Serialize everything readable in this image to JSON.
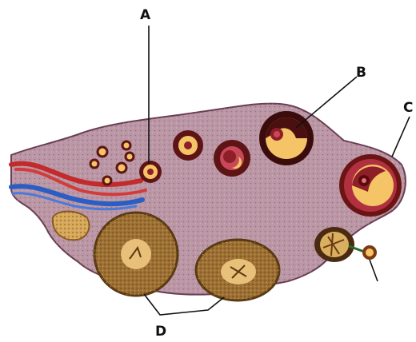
{
  "labels": {
    "a": "A",
    "b": "B",
    "c": "C",
    "d": "D"
  },
  "colors": {
    "stroma": "#bb97a6",
    "stroma_edge": "#6a3e52",
    "follicle_ring": "#5e1414",
    "follicle_fill": "#f4c466",
    "oocyte": "#8e1e28",
    "corpus_body": "#9c6f33",
    "corpus_light": "#e9c07a",
    "artery": "#c42a2a",
    "vein": "#2b5ec4"
  }
}
